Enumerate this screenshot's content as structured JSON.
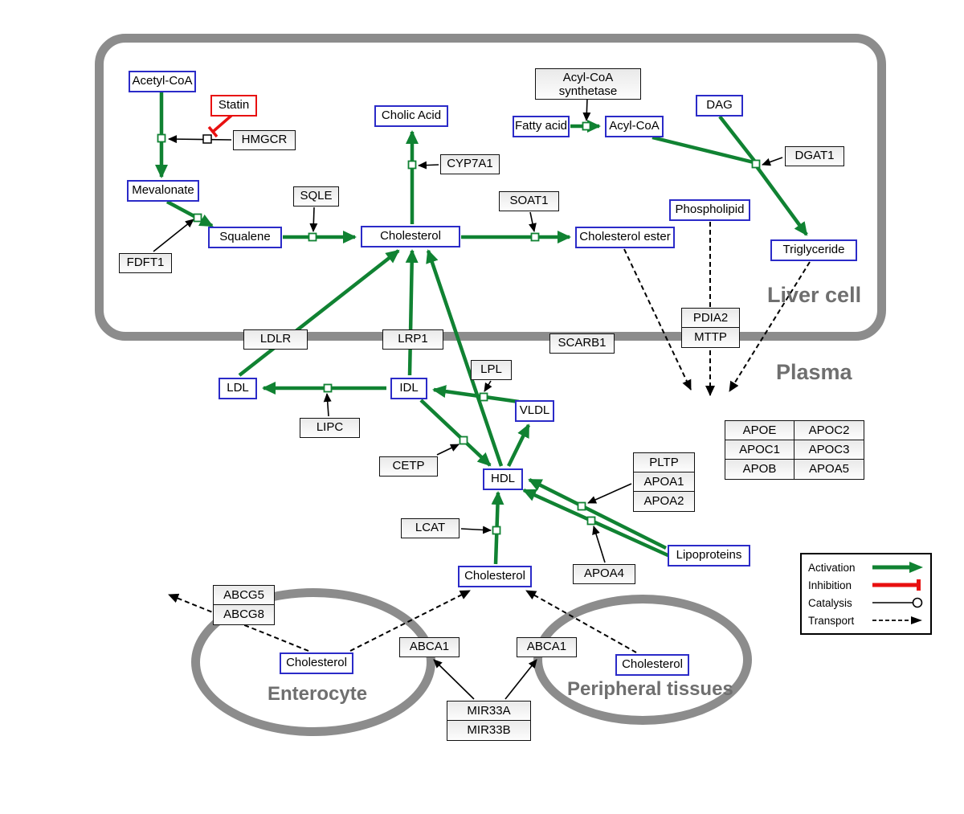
{
  "regions": {
    "liver_cell": "Liver cell",
    "plasma": "Plasma",
    "enterocyte": "Enterocyte",
    "peripheral_tissues": "Peripheral tissues"
  },
  "metabolites": {
    "acetyl_coa": "Acetyl-CoA",
    "mevalonate": "Mevalonate",
    "squalene": "Squalene",
    "cholesterol_liver": "Cholesterol",
    "cholic_acid": "Cholic Acid",
    "cholesterol_ester": "Cholesterol ester",
    "fatty_acid": "Fatty acid",
    "acyl_coa": "Acyl-CoA",
    "dag": "DAG",
    "phospholipid": "Phospholipid",
    "triglyceride": "Triglyceride",
    "ldl": "LDL",
    "idl": "IDL",
    "vldl": "VLDL",
    "hdl": "HDL",
    "lipoproteins": "Lipoproteins",
    "cholesterol_plasma": "Cholesterol",
    "cholesterol_enterocyte": "Cholesterol",
    "cholesterol_peripheral": "Cholesterol"
  },
  "drugs": {
    "statin": "Statin"
  },
  "proteins": {
    "hmgcr": "HMGCR",
    "sqle": "SQLE",
    "cyp7a1": "CYP7A1",
    "fdft1": "FDFT1",
    "soat1": "SOAT1",
    "acyl_coa_synthetase": "Acyl-CoA synthetase",
    "dgat1": "DGAT1",
    "ldlr": "LDLR",
    "lrp1": "LRP1",
    "scarb1": "SCARB1",
    "pdia2": "PDIA2",
    "mttp": "MTTP",
    "lipc": "LIPC",
    "lpl": "LPL",
    "cetp": "CETP",
    "lcat": "LCAT",
    "pltp": "PLTP",
    "apoa1": "APOA1",
    "apoa2": "APOA2",
    "apoa4": "APOA4",
    "apoe": "APOE",
    "apoc2": "APOC2",
    "apoc1": "APOC1",
    "apoc3": "APOC3",
    "apob": "APOB",
    "apoa5": "APOA5",
    "abcg5": "ABCG5",
    "abcg8": "ABCG8",
    "abca1_left": "ABCA1",
    "abca1_right": "ABCA1",
    "mir33a": "MIR33A",
    "mir33b": "MIR33B"
  },
  "legend": {
    "activation": "Activation",
    "inhibition": "Inhibition",
    "catalysis": "Catalysis",
    "transport": "Transport"
  },
  "colors": {
    "metabolite_border": "#2b2bc8",
    "activation_green": "#108232",
    "inhibition_red": "#e81010",
    "membrane_gray": "#8c8c8c"
  }
}
